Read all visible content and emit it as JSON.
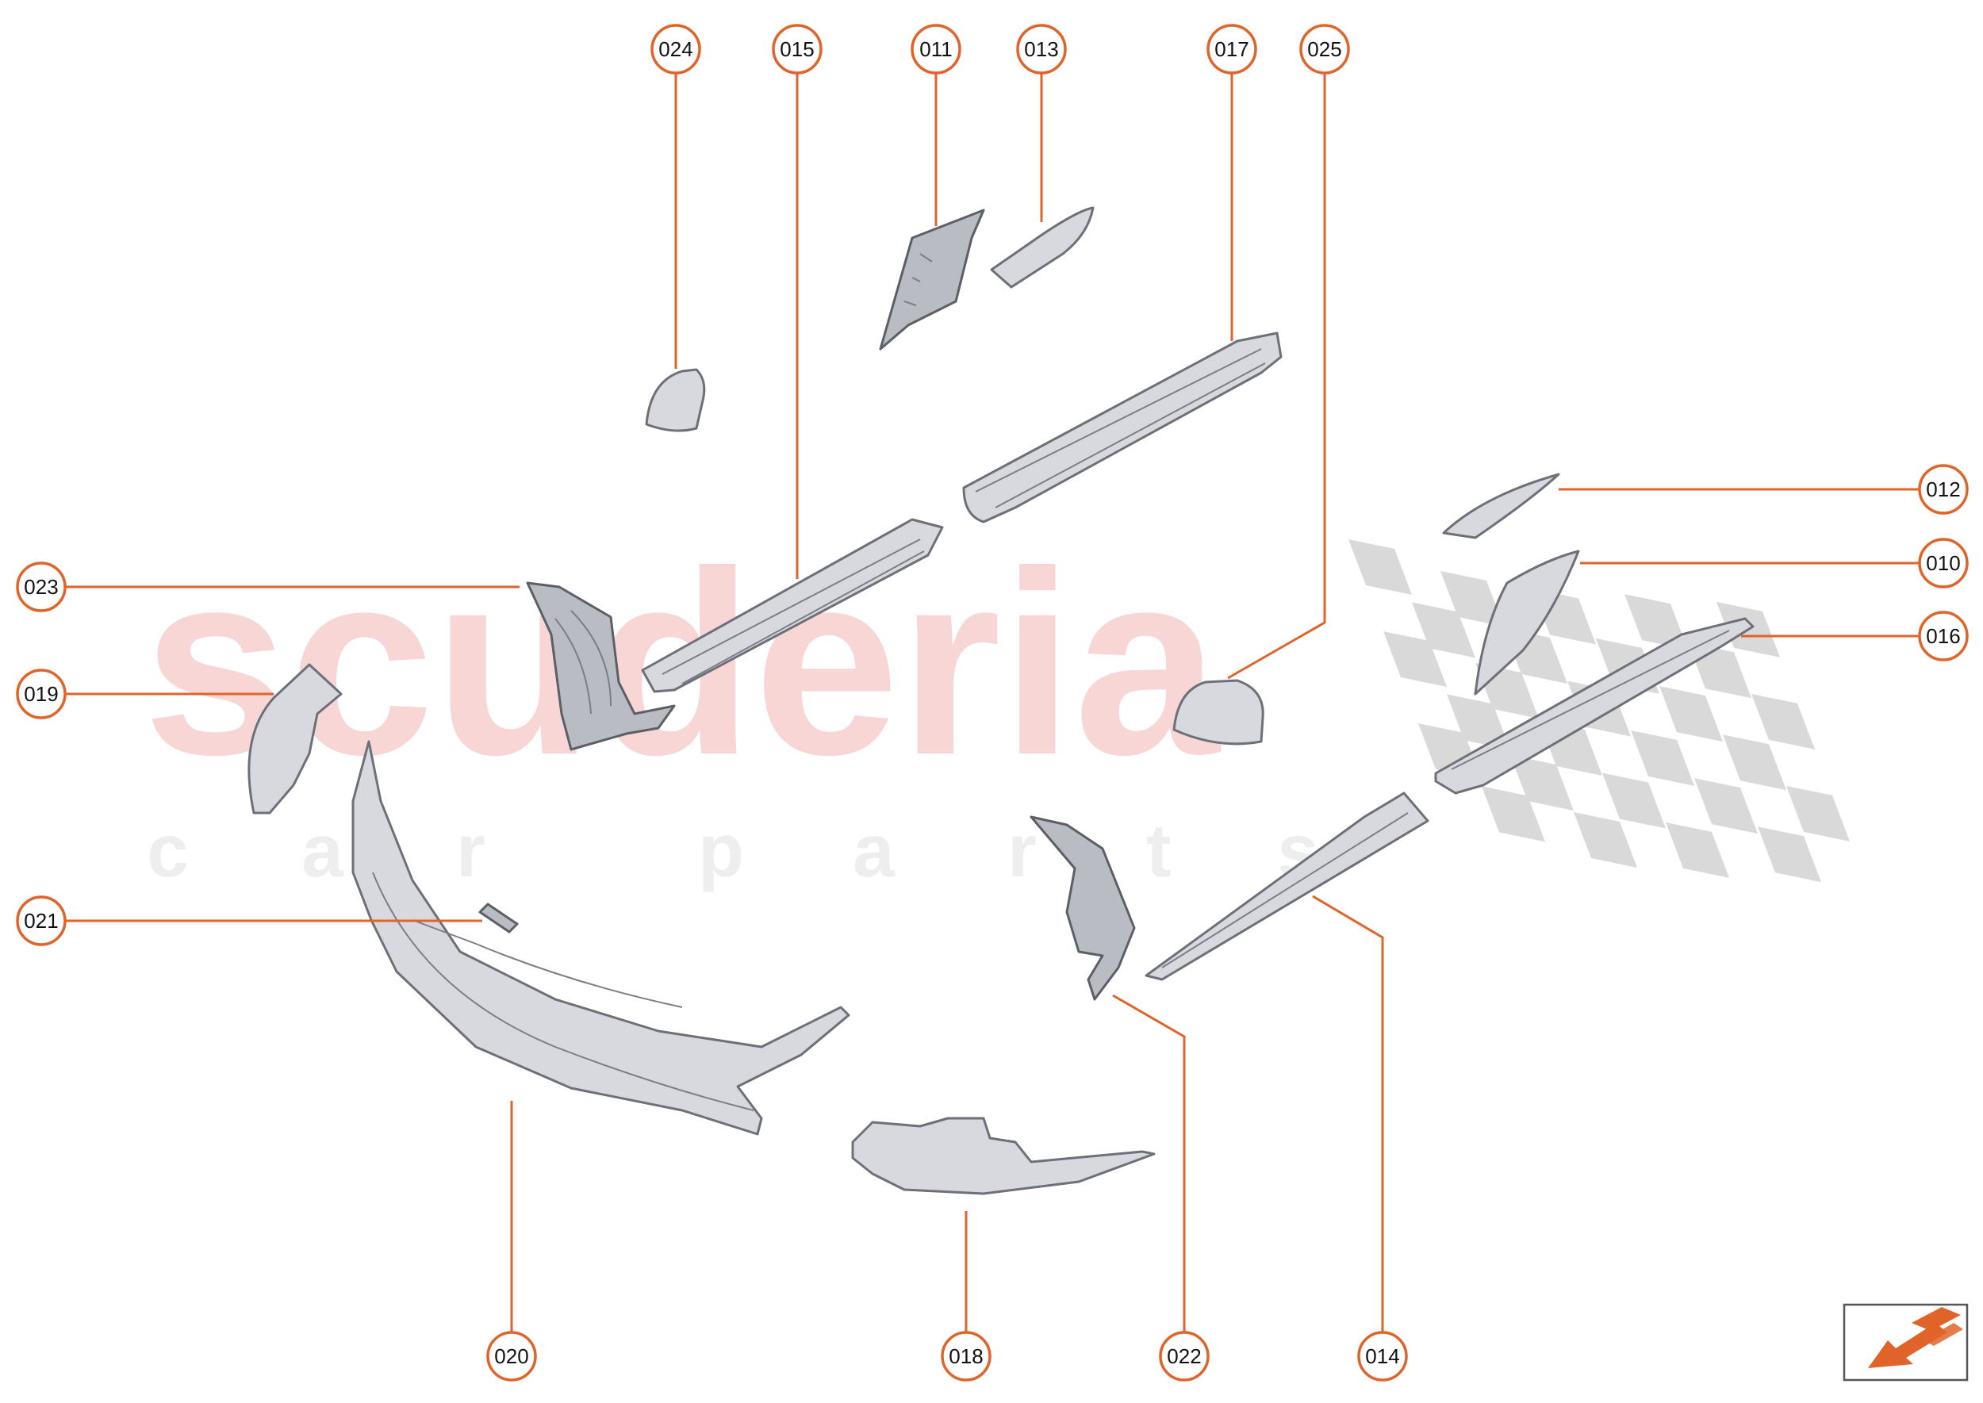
{
  "watermark": {
    "brand": "scuderia",
    "tagline_letters": [
      "c",
      "a",
      "r",
      "p",
      "a",
      "r",
      "t",
      "s"
    ]
  },
  "colors": {
    "accent": "#e0642a",
    "watermark_text": "#f9d6d6",
    "checker": "#d9d9d9",
    "part_fill": "#d7d9de"
  },
  "callouts": [
    {
      "id": "024"
    },
    {
      "id": "015"
    },
    {
      "id": "011"
    },
    {
      "id": "013"
    },
    {
      "id": "017"
    },
    {
      "id": "025"
    },
    {
      "id": "012"
    },
    {
      "id": "010"
    },
    {
      "id": "016"
    },
    {
      "id": "023"
    },
    {
      "id": "019"
    },
    {
      "id": "021"
    },
    {
      "id": "020"
    },
    {
      "id": "018"
    },
    {
      "id": "022"
    },
    {
      "id": "014"
    }
  ],
  "nav_icon": "view-orientation-arrow-icon"
}
